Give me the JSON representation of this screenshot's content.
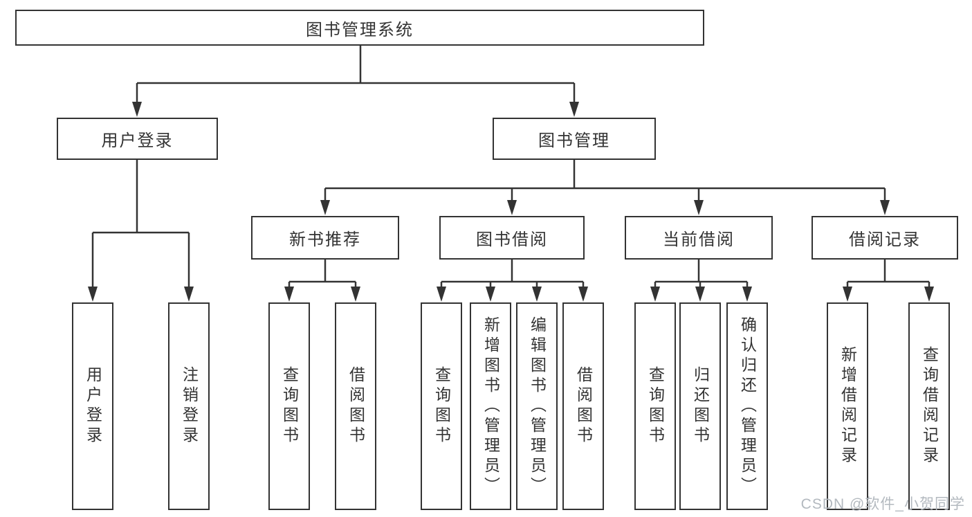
{
  "tree": {
    "root": {
      "label": "图书管理系统"
    },
    "level2": [
      {
        "label": "用户登录",
        "leaves": [
          "用户登录",
          "注销登录"
        ]
      },
      {
        "label": "图书管理",
        "groups": [
          {
            "label": "新书推荐",
            "leaves": [
              "查询图书",
              "借阅图书"
            ]
          },
          {
            "label": "图书借阅",
            "leaves": [
              "查询图书",
              "新增图书（管理员）",
              "编辑图书（管理员）",
              "借阅图书"
            ]
          },
          {
            "label": "当前借阅",
            "leaves": [
              "查询图书",
              "归还图书",
              "确认归还（管理员）"
            ]
          },
          {
            "label": "借阅记录",
            "leaves": [
              "新增借阅记录",
              "查询借阅记录"
            ]
          }
        ]
      }
    ]
  },
  "watermark": {
    "text": "CSDN @软件_小贺同学"
  },
  "colors": {
    "line": "#333333",
    "box_border": "#333333",
    "box_background": "#ffffff",
    "text": "#333333",
    "watermark_text": "#b3b9bf",
    "background": "#ffffff"
  }
}
